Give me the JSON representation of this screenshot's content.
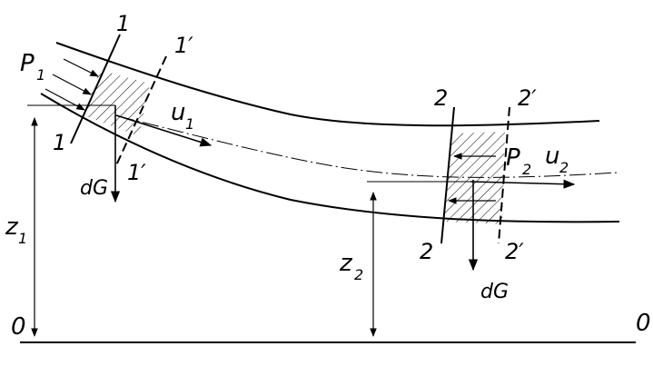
{
  "labels": {
    "section1": "1",
    "section1_lower": "1",
    "section1_prime": "1′",
    "section1_prime_lower": "1′",
    "section2": "2",
    "section2_lower": "2",
    "section2_prime": "2′",
    "section2_prime_lower": "2′",
    "p1": "P",
    "p1_sub": "1",
    "p2": "P",
    "p2_sub": "2",
    "u1": "u",
    "u1_sub": "1",
    "u2": "u",
    "u2_sub": "2",
    "dg1": "dG",
    "dg2": "dG",
    "z1": "z",
    "z1_sub": "1",
    "z2": "z",
    "z2_sub": "2",
    "datum_left": "0",
    "datum_right": "0"
  }
}
